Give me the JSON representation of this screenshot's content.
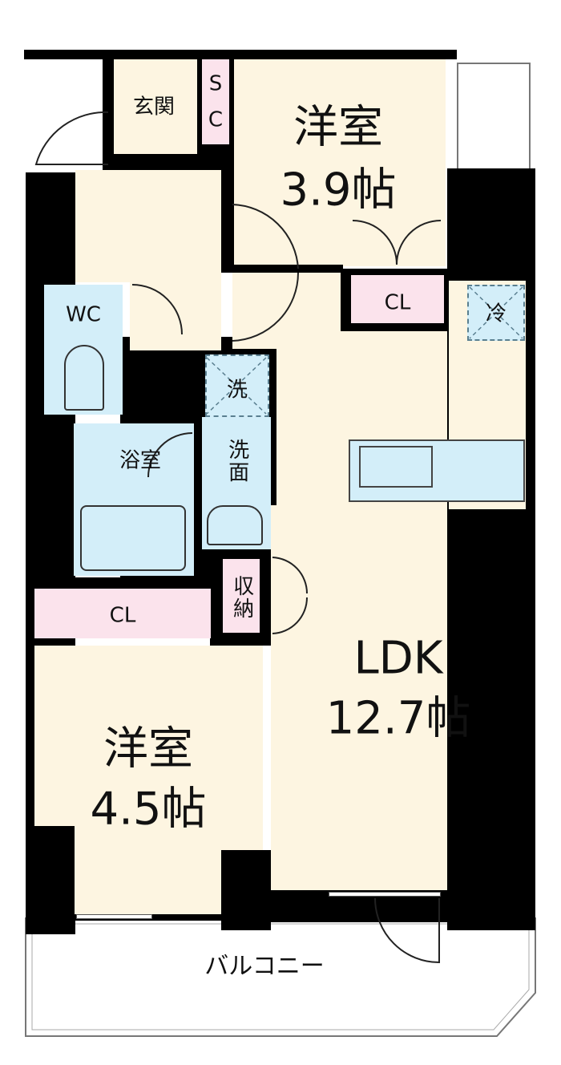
{
  "title": "間取り図",
  "rooms": {
    "western_room_1": {
      "name": "洋室",
      "size": "3.9帖"
    },
    "western_room_2": {
      "name": "洋室",
      "size": "4.5帖"
    },
    "ldk": {
      "name": "LDK",
      "size": "12.7帖"
    },
    "entrance": "玄関",
    "shoe_closet_1": "S",
    "shoe_closet_2": "C",
    "closet_top": "CL",
    "closet_bottom": "CL",
    "fridge": "冷",
    "wc": "WC",
    "laundry": "洗",
    "bath": "浴室",
    "washroom": "洗面",
    "storage": "収納",
    "balcony": "バルコニー"
  },
  "colors": {
    "room": "#fdf5e1",
    "wet": "#d3eef9",
    "storage": "#fbe3ec",
    "wall": "#000000"
  }
}
